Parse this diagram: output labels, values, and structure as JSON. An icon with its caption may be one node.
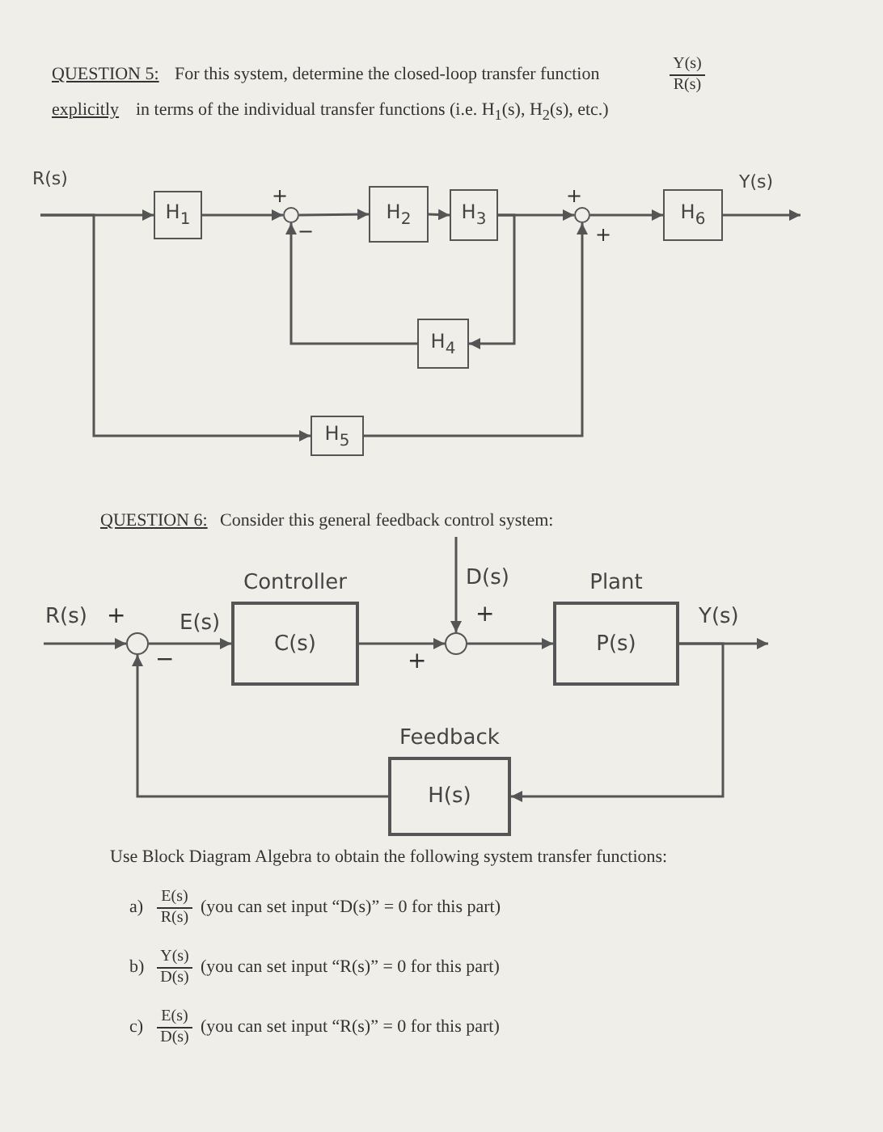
{
  "diagram": {
    "nodes": [
      {
        "text": [
          "R(s)"
        ]
      },
      {
        "text": [
          "H$_{1}$"
        ]
      },
      {
        "text": [],
        "shape": "circle"
      },
      {
        "text": [
          "H$_{2}$"
        ]
      },
      {
        "text": [
          "H$_{3}$"
        ]
      },
      {
        "text": [
          "H$_{4}$"
        ]
      },
      {
        "text": [],
        "shape": "circle"
      },
      {
        "text": [
          "H$_{5}$"
        ]
      },
      {
        "text": [
          "H$_{6}$"
        ]
      },
      {
        "text": [
          "Y(s)"
        ]
      },
      {
        "text": [
          "R(s)"
        ]
      },
      {
        "text": [],
        "shape": "circle"
      },
      {
        "text": [
          "Controller",
          "C(s)"
        ]
      },
      {
        "text": [
          "D(s)"
        ]
      },
      {
        "text": [],
        "shape": "circle"
      },
      {
        "text": [
          "Plant",
          "P(s)"
        ]
      },
      {
        "text": [
          "Y(s)"
        ]
      },
      {
        "text": [
          "Feedback",
          "H(s)"
        ]
      }
    ],
    "edges": [
      {
        "from": 0,
        "to": 1,
        "arrow": "to"
      },
      {
        "from": 0,
        "to": 7,
        "arrow": "to"
      },
      {
        "from": 1,
        "to": 2,
        "arrow": "to"
      },
      {
        "from": 2,
        "to": 3,
        "arrow": "to"
      },
      {
        "from": 3,
        "to": 4,
        "arrow": "to"
      },
      {
        "from": 4,
        "to": 6,
        "arrow": "to"
      },
      {
        "from": 4,
        "to": 5,
        "arrow": "to"
      },
      {
        "from": 5,
        "to": 2,
        "arrow": "to"
      },
      {
        "from": 7,
        "to": 6,
        "arrow": "to"
      },
      {
        "from": 6,
        "to": 8,
        "arrow": "to"
      },
      {
        "from": 8,
        "to": 9,
        "arrow": "to"
      },
      {
        "from": 10,
        "to": 11,
        "arrow": "to"
      },
      {
        "from": 11,
        "to": 12,
        "arrow": "to",
        "label": "E(s)"
      },
      {
        "from": 12,
        "to": 14,
        "arrow": "to"
      },
      {
        "from": 13,
        "to": 14,
        "arrow": "to"
      },
      {
        "from": 14,
        "to": 15,
        "arrow": "to"
      },
      {
        "from": 15,
        "to": 16,
        "arrow": "to"
      },
      {
        "from": 15,
        "to": 17,
        "arrow": "to"
      },
      {
        "from": 17,
        "to": 11,
        "arrow": "to"
      }
    ],
    "labels": [
      "QUESTION 5:",
      "For this system, determine the closed-loop transfer function",
      "Y(s)",
      "R(s)",
      "explicitly",
      "in terms of the individual transfer functions  (i.e. H$_{1}$(s), H$_{2}$(s), etc.)",
      "+",
      "−",
      "+",
      "+",
      "QUESTION 6:",
      "Consider this general feedback control system:",
      "+",
      "−",
      "+",
      "+",
      "Use Block Diagram Algebra to obtain the following system transfer functions:",
      "a)",
      "E(s)",
      "R(s)",
      "(you can set input “D(s)” = 0 for this part)",
      "b)",
      "Y(s)",
      "D(s)",
      "(you can set input “R(s)” = 0 for this part)",
      "c)",
      "E(s)",
      "D(s)",
      "(you can set input “R(s)” = 0 for this part)"
    ]
  }
}
